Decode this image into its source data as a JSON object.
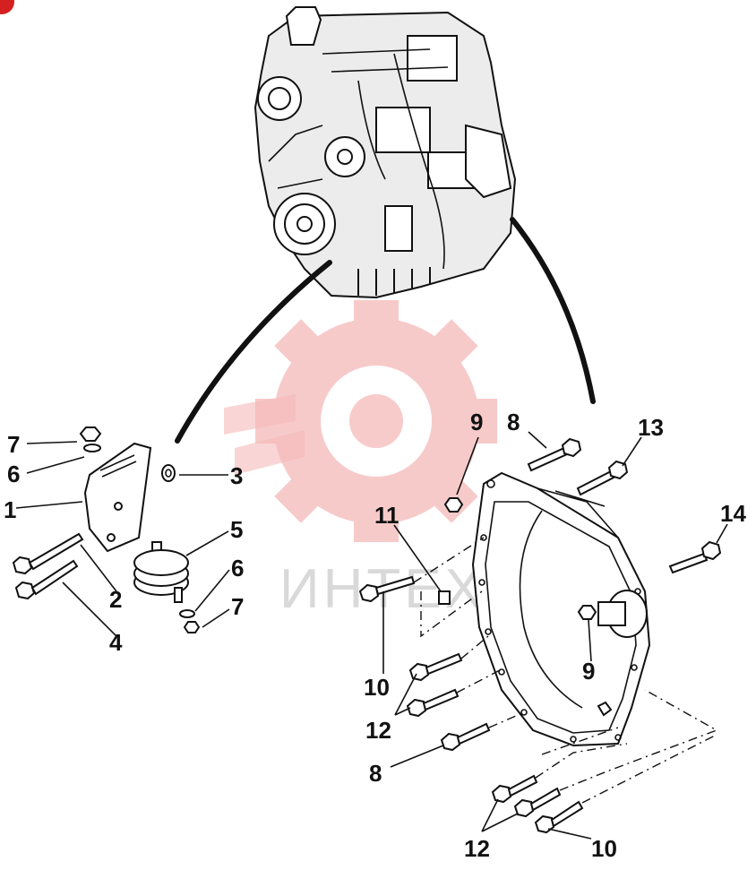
{
  "watermark": {
    "text": "ИНТЕХ",
    "color": "#f5b9b9"
  },
  "corner_mark_color": "#d42020",
  "callouts": [
    {
      "id": "c7a",
      "text": "7"
    },
    {
      "id": "c6a",
      "text": "6"
    },
    {
      "id": "c1",
      "text": "1"
    },
    {
      "id": "c3",
      "text": "3"
    },
    {
      "id": "c5",
      "text": "5"
    },
    {
      "id": "c6b",
      "text": "6"
    },
    {
      "id": "c7b",
      "text": "7"
    },
    {
      "id": "c2",
      "text": "2"
    },
    {
      "id": "c4",
      "text": "4"
    },
    {
      "id": "c9a",
      "text": "9"
    },
    {
      "id": "c8a",
      "text": "8"
    },
    {
      "id": "c13",
      "text": "13"
    },
    {
      "id": "c14",
      "text": "14"
    },
    {
      "id": "c11",
      "text": "11"
    },
    {
      "id": "c10a",
      "text": "10"
    },
    {
      "id": "c9b",
      "text": "9"
    },
    {
      "id": "c12a",
      "text": "12"
    },
    {
      "id": "c8b",
      "text": "8"
    },
    {
      "id": "c12b",
      "text": "12"
    },
    {
      "id": "c10b",
      "text": "10"
    }
  ]
}
